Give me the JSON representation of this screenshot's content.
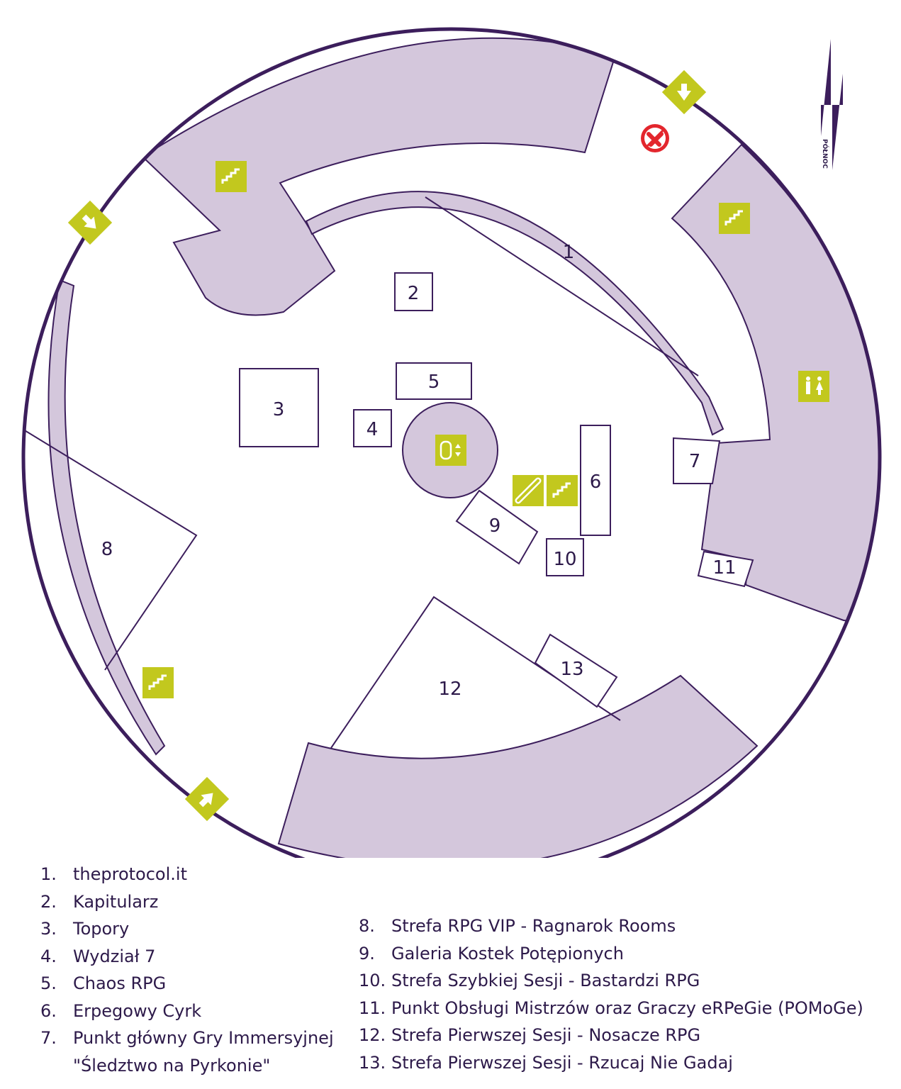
{
  "north_label": "PÓŁNOC",
  "colors": {
    "outline": "#3c1e5c",
    "zone_fill": "#d4c7dc",
    "icon_bg": "#c2c81e",
    "no_symbol": "#e3262d",
    "text": "#2d1a4a"
  },
  "rooms": {
    "r1": "1",
    "r2": "2",
    "r3": "3",
    "r4": "4",
    "r5": "5",
    "r6": "6",
    "r7": "7",
    "r8": "8",
    "r9": "9",
    "r10": "10",
    "r11": "11",
    "r12": "12",
    "r13": "13"
  },
  "icons": [
    "stairs-icon",
    "exit-arrow-icon",
    "elevator-icon",
    "escalator-icon",
    "restroom-icon",
    "no-entry-symbol-icon",
    "north-arrow-icon"
  ],
  "legend_left": [
    {
      "num": "1.",
      "text": "theprotocol.it"
    },
    {
      "num": "2.",
      "text": "Kapitularz"
    },
    {
      "num": "3.",
      "text": "Topory"
    },
    {
      "num": "4.",
      "text": "Wydział 7"
    },
    {
      "num": "5.",
      "text": "Chaos RPG"
    },
    {
      "num": "6.",
      "text": "Erpegowy Cyrk"
    },
    {
      "num": "7.",
      "text": "Punkt główny Gry Immersyjnej",
      "cont": "\"Śledztwo na Pyrkonie\""
    }
  ],
  "legend_right": [
    {
      "num": "8.",
      "text": "Strefa RPG VIP - Ragnarok Rooms"
    },
    {
      "num": "9.",
      "text": "Galeria Kostek Potępionych"
    },
    {
      "num": "10.",
      "text": "Strefa Szybkiej Sesji - Bastardzi RPG"
    },
    {
      "num": "11.",
      "text": "Punkt Obsługi Mistrzów oraz Graczy eRPeGie (POMoGe)"
    },
    {
      "num": "12.",
      "text": "Strefa Pierwszej Sesji - Nosacze RPG"
    },
    {
      "num": "13.",
      "text": "Strefa Pierwszej Sesji - Rzucaj Nie Gadaj"
    }
  ]
}
